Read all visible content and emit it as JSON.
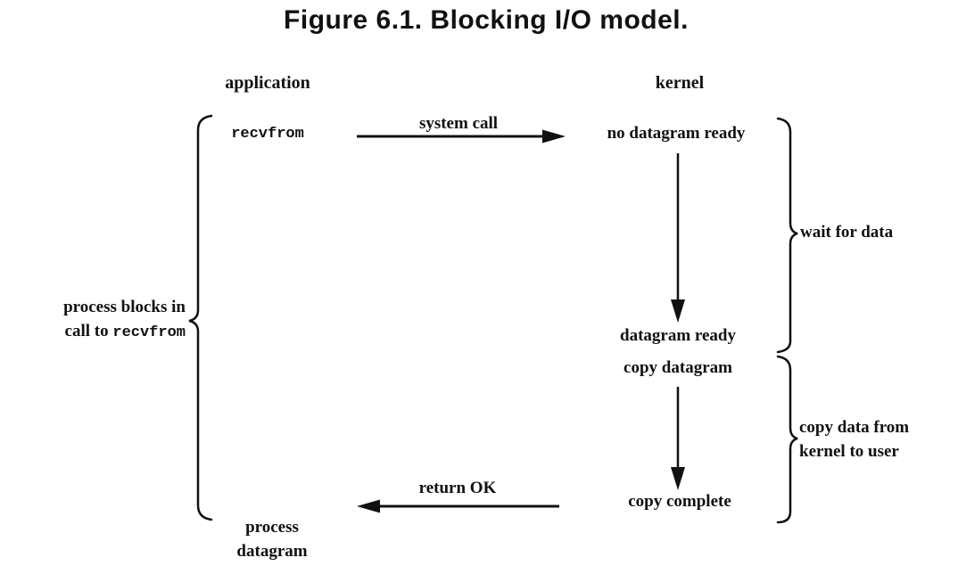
{
  "title": "Figure 6.1. Blocking I/O model.",
  "columns": {
    "left_header": "application",
    "right_header": "kernel"
  },
  "application_side": {
    "call": "recvfrom",
    "blocking_note_line1": "process blocks in",
    "blocking_note_line2_prefix": "call to ",
    "blocking_note_line2_code": "recvfrom",
    "end_line1": "process",
    "end_line2": "datagram"
  },
  "kernel_side": {
    "state_no_datagram": "no datagram ready",
    "state_datagram_ready": "datagram ready",
    "state_copy_datagram": "copy datagram",
    "state_copy_complete": "copy complete"
  },
  "arrows": {
    "system_call_label": "system call",
    "return_ok_label": "return OK"
  },
  "braces": {
    "wait_label": "wait for data",
    "copy_label_line1": "copy data from",
    "copy_label_line2": "kernel to user"
  },
  "colors": {
    "ink": "#111111",
    "background": "#ffffff"
  }
}
